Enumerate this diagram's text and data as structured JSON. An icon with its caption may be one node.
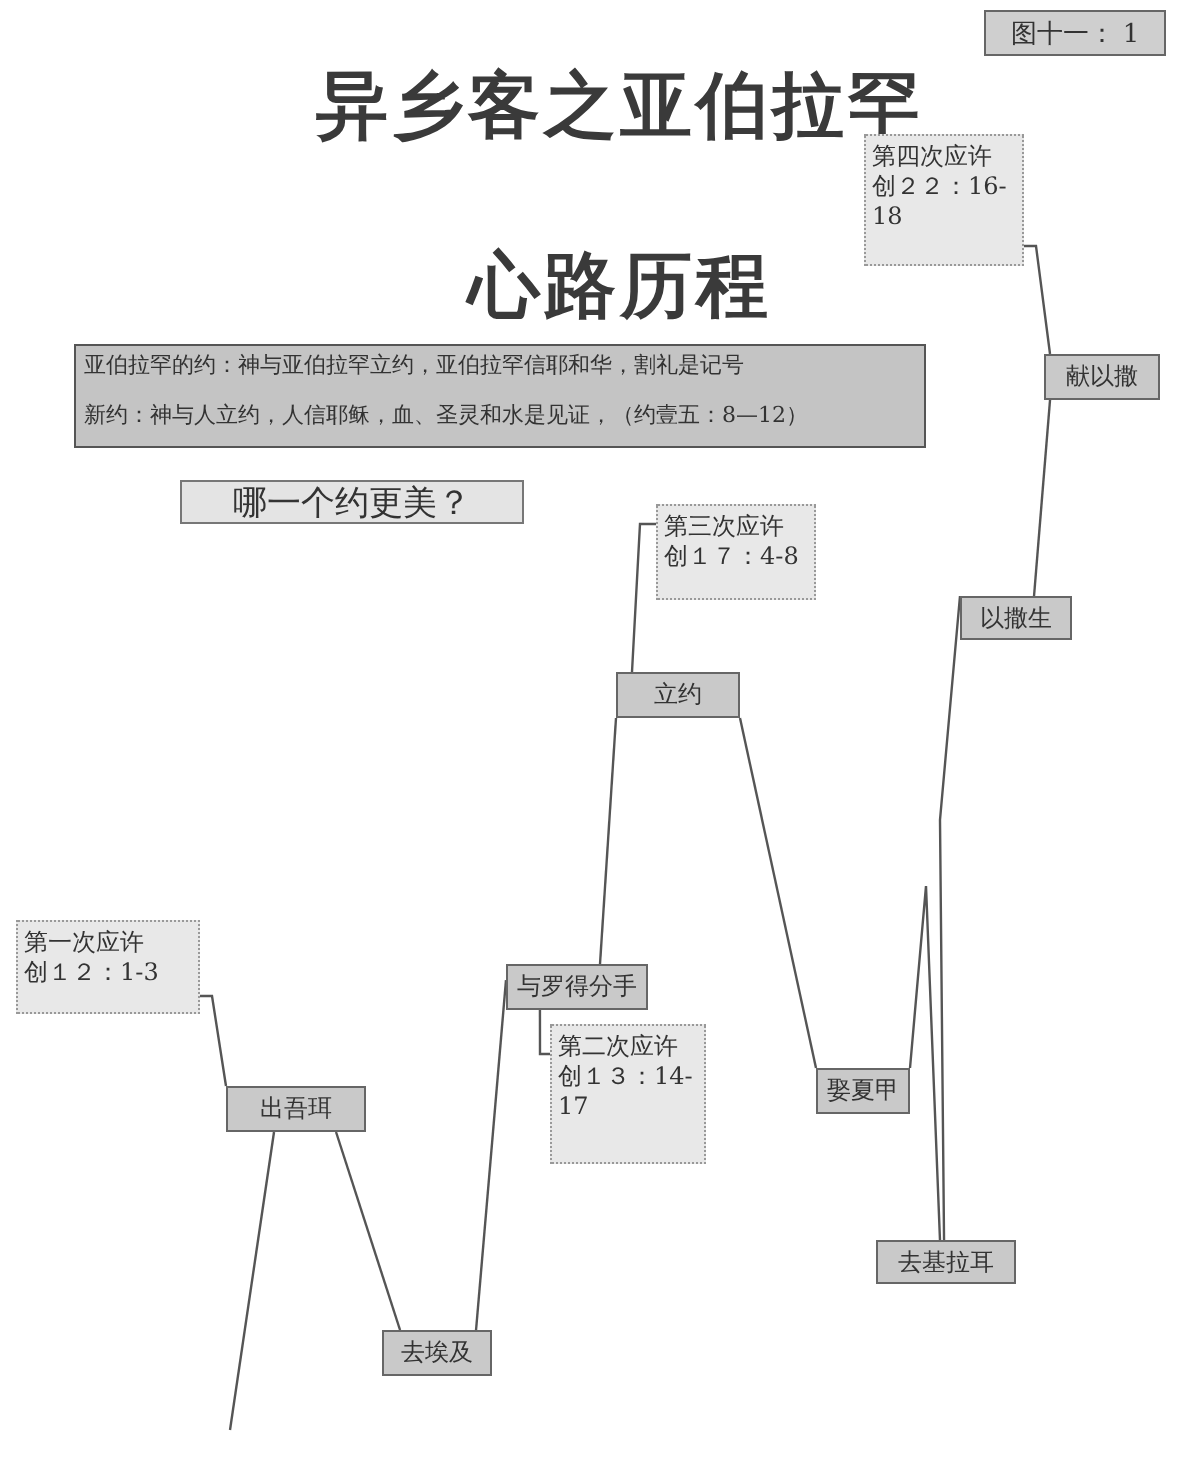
{
  "diagram": {
    "title": "异乡客之亚伯拉罕心路历程",
    "nodes": [
      {
        "text": [
          "图十一： 1"
        ]
      },
      {
        "text": [
          "第四次应许",
          "创２２：16-18"
        ]
      },
      {
        "text": [
          "亚伯拉罕的约：神与亚伯拉罕立约，亚伯拉罕信耶和华，割礼是记号",
          "新约：神与人立约，人信耶稣，血、圣灵和水是见证，（约壹五：8—12）"
        ]
      },
      {
        "text": [
          "献以撒"
        ]
      },
      {
        "text": [
          "哪一个约更美？"
        ]
      },
      {
        "text": [
          "第三次应许",
          "创１７：4-8"
        ]
      },
      {
        "text": [
          "以撒生"
        ]
      },
      {
        "text": [
          "立约"
        ]
      },
      {
        "text": [
          "第一次应许",
          "创１２：1-3"
        ]
      },
      {
        "text": [
          "与罗得分手"
        ]
      },
      {
        "text": [
          "第二次应许",
          "创１３：14-17"
        ]
      },
      {
        "text": [
          "出吾珥"
        ]
      },
      {
        "text": [
          "娶夏甲"
        ]
      },
      {
        "text": [
          "去基拉耳"
        ]
      },
      {
        "text": [
          "去埃及"
        ]
      }
    ],
    "edges": [
      {
        "from": null,
        "to": 11,
        "arrow": "none"
      },
      {
        "from": 11,
        "to": 14,
        "arrow": "none"
      },
      {
        "from": 14,
        "to": 9,
        "arrow": "none"
      },
      {
        "from": 9,
        "to": 7,
        "arrow": "none"
      },
      {
        "from": 7,
        "to": 12,
        "arrow": "none"
      },
      {
        "from": 12,
        "to": 13,
        "arrow": "none"
      },
      {
        "from": 13,
        "to": 6,
        "arrow": "none"
      },
      {
        "from": 6,
        "to": 3,
        "arrow": "none"
      },
      {
        "from": 8,
        "to": 11,
        "arrow": "none"
      },
      {
        "from": 9,
        "to": 10,
        "arrow": "none"
      },
      {
        "from": 7,
        "to": 5,
        "arrow": "none"
      },
      {
        "from": 3,
        "to": 1,
        "arrow": "none"
      }
    ]
  }
}
